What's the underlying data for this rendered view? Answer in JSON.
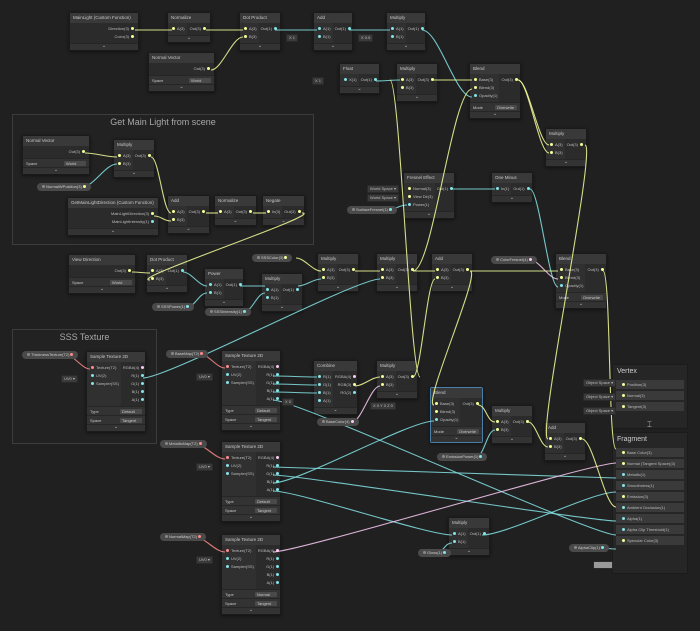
{
  "colors": {
    "float": "#84e4e7",
    "vector3": "#f6ff9a",
    "vector4": "#fbcbf4",
    "texture": "#ff8b8b",
    "background": "#202020",
    "selected": "#4b7fa8"
  },
  "groups": {
    "main_light": {
      "title": "Get Main Light from scene"
    },
    "sss": {
      "title": "SSS Texture"
    }
  },
  "nodes": {
    "mainlight": {
      "title": "MainLight (Custom Function)",
      "inputs": [],
      "outputs": [
        "Direction(3)",
        "Color(3)"
      ]
    },
    "normalize1": {
      "title": "Normalize",
      "inputs": [
        "A(3)"
      ],
      "outputs": [
        "Out(3)"
      ]
    },
    "normalvec1": {
      "title": "Normal Vector",
      "inputs": [],
      "outputs": [
        "Out(3)"
      ],
      "controls": [
        {
          "label": "Space",
          "value": "World"
        }
      ]
    },
    "dot1": {
      "title": "Dot Product",
      "inputs": [
        "A(3)",
        "B(3)"
      ],
      "outputs": [
        "Out(1)"
      ]
    },
    "add1": {
      "title": "Add",
      "inputs": [
        "A(1)",
        "B(1)"
      ],
      "outputs": [
        "Out(1)"
      ]
    },
    "mul1": {
      "title": "Multiply",
      "inputs": [
        "A(1)",
        "B(1)"
      ],
      "outputs": [
        "Out(1)"
      ]
    },
    "float1": {
      "title": "Float",
      "inputs": [
        "X(1)"
      ],
      "outputs": [
        "Out(1)"
      ]
    },
    "mul2": {
      "title": "Multiply",
      "inputs": [
        "A(3)",
        "B(3)"
      ],
      "outputs": [
        "Out(3)"
      ]
    },
    "blend1": {
      "title": "Blend",
      "inputs": [
        "Base(3)",
        "Blend(3)",
        "Opacity(1)"
      ],
      "outputs": [
        "Out(3)"
      ],
      "controls": [
        {
          "label": "Mode",
          "value": "Overwrite"
        }
      ]
    },
    "mul3": {
      "title": "Multiply",
      "inputs": [
        "A(3)",
        "B(3)"
      ],
      "outputs": [
        "Out(3)"
      ]
    },
    "fresnel": {
      "title": "Fresnel Effect",
      "inputs": [
        "Normal(3)",
        "View Dir(3)",
        "Power(1)"
      ],
      "outputs": [
        "Out(1)"
      ]
    },
    "oneminus": {
      "title": "One Minus",
      "inputs": [
        "In(1)"
      ],
      "outputs": [
        "Out(1)"
      ]
    },
    "normalvec2": {
      "title": "Normal Vector",
      "inputs": [],
      "outputs": [
        "Out(3)"
      ],
      "controls": [
        {
          "label": "Space",
          "value": "World"
        }
      ]
    },
    "mul4": {
      "title": "Multiply",
      "inputs": [
        "A(3)",
        "B(3)"
      ],
      "outputs": [
        "Out(3)"
      ]
    },
    "getmainlight": {
      "title": "GetMainLightDirection (Custom Function)",
      "inputs": [],
      "outputs": [
        "MainLightDirection(3)",
        "MainLightIntensity(1)"
      ]
    },
    "add2": {
      "title": "Add",
      "inputs": [
        "A(3)",
        "B(3)"
      ],
      "outputs": [
        "Out(3)"
      ]
    },
    "normalize2": {
      "title": "Normalize",
      "inputs": [
        "A(3)"
      ],
      "outputs": [
        "Out(3)"
      ]
    },
    "negate": {
      "title": "Negate",
      "inputs": [
        "In(3)"
      ],
      "outputs": [
        "Out(3)"
      ]
    },
    "viewdir": {
      "title": "View Direction",
      "inputs": [],
      "outputs": [
        "Out(3)"
      ],
      "controls": [
        {
          "label": "Space",
          "value": "World"
        }
      ]
    },
    "dot2": {
      "title": "Dot Product",
      "inputs": [
        "A(3)",
        "B(3)"
      ],
      "outputs": [
        "Out(1)"
      ]
    },
    "power": {
      "title": "Power",
      "inputs": [
        "A(1)",
        "B(1)"
      ],
      "outputs": [
        "Out(1)"
      ]
    },
    "mul5": {
      "title": "Multiply",
      "inputs": [
        "A(1)",
        "B(1)"
      ],
      "outputs": [
        "Out(1)"
      ]
    },
    "mul6": {
      "title": "Multiply",
      "inputs": [
        "A(3)",
        "B(3)"
      ],
      "outputs": [
        "Out(3)"
      ]
    },
    "mul7": {
      "title": "Multiply",
      "inputs": [
        "A(3)",
        "B(3)"
      ],
      "outputs": [
        "Out(3)"
      ]
    },
    "add3": {
      "title": "Add",
      "inputs": [
        "A(3)",
        "B(3)"
      ],
      "outputs": [
        "Out(3)"
      ]
    },
    "blend2": {
      "title": "Blend",
      "inputs": [
        "Base(3)",
        "Blend(3)",
        "Opacity(1)"
      ],
      "outputs": [
        "Out(3)"
      ],
      "controls": [
        {
          "label": "Mode",
          "value": "Overwrite"
        }
      ]
    },
    "sample1": {
      "title": "Sample Texture 2D",
      "inputs": [
        "Texture(T2)",
        "UV(2)",
        "Sampler(SS)"
      ],
      "outputs": [
        "RGBA(4)",
        "R(1)",
        "G(1)",
        "B(1)",
        "A(1)"
      ],
      "controls": [
        {
          "label": "Type",
          "value": "Default"
        },
        {
          "label": "Space",
          "value": "Tangent"
        }
      ]
    },
    "sample2": {
      "title": "Sample Texture 2D",
      "inputs": [
        "Texture(T2)",
        "UV(2)",
        "Sampler(SS)"
      ],
      "outputs": [
        "RGBA(4)",
        "R(1)",
        "G(1)",
        "B(1)",
        "A(1)"
      ],
      "controls": [
        {
          "label": "Type",
          "value": "Default"
        },
        {
          "label": "Space",
          "value": "Tangent"
        }
      ]
    },
    "combine": {
      "title": "Combine",
      "inputs": [
        "R(1)",
        "G(1)",
        "B(1)",
        "A(1)"
      ],
      "outputs": [
        "RGBA(4)",
        "RGB(3)",
        "RG(2)"
      ]
    },
    "mul8": {
      "title": "Multiply",
      "inputs": [
        "A(3)",
        "B(3)"
      ],
      "outputs": [
        "Out(3)"
      ]
    },
    "blend3": {
      "title": "Blend",
      "inputs": [
        "Base(3)",
        "Blend(3)",
        "Opacity(1)"
      ],
      "outputs": [
        "Out(3)"
      ],
      "controls": [
        {
          "label": "Mode",
          "value": "Overwrite"
        }
      ]
    },
    "mul9": {
      "title": "Multiply",
      "inputs": [
        "A(3)",
        "B(3)"
      ],
      "outputs": [
        "Out(3)"
      ]
    },
    "add4": {
      "title": "Add",
      "inputs": [
        "A(3)",
        "B(3)"
      ],
      "outputs": [
        "Out(3)"
      ]
    },
    "sample3": {
      "title": "Sample Texture 2D",
      "inputs": [
        "Texture(T2)",
        "UV(2)",
        "Sampler(SS)"
      ],
      "outputs": [
        "RGBA(4)",
        "R(1)",
        "G(1)",
        "B(1)",
        "A(1)"
      ],
      "controls": [
        {
          "label": "Type",
          "value": "Default"
        },
        {
          "label": "Space",
          "value": "Tangent"
        }
      ]
    },
    "sample4": {
      "title": "Sample Texture 2D",
      "inputs": [
        "Texture(T2)",
        "UV(2)",
        "Sampler(SS)"
      ],
      "outputs": [
        "RGBA(4)",
        "R(1)",
        "G(1)",
        "B(1)",
        "A(1)"
      ],
      "controls": [
        {
          "label": "Type",
          "value": "Normal"
        },
        {
          "label": "Space",
          "value": "Tangent"
        }
      ]
    },
    "mul10": {
      "title": "Multiply",
      "inputs": [
        "A(1)",
        "B(1)"
      ],
      "outputs": [
        "Out(1)"
      ]
    }
  },
  "properties": {
    "normalwpos": "NormalWPosition(3)",
    "surfacefresnel": "SurfaceFresnel(1)",
    "ssscolor": "SSSColor(3)",
    "ssspower": "SSSPower(1)",
    "sssintensity": "SSSIntensity(1)",
    "colorfresnel": "ColorFresnel(4)",
    "thickness": "ThicknessTexture(T2)",
    "basemap": "BaseMap(T2)",
    "basecolor": "BaseColor(4)",
    "metallicmap": "MetallicMap(T2)",
    "normalmap": "NormalMap(T2)",
    "emissionpower": "EmissionPower(1)",
    "gloss": "Gloss(1)",
    "alphaclip": "AlphaClip(1)"
  },
  "inline_values": {
    "add_b": "X  1",
    "mul_b": "X  0.5",
    "float_x": "X  1",
    "combine_a": "X  0",
    "blend_base": "X 0  Y 0  Z 0",
    "uv1": "UV0 ▾",
    "uv2": "UV0 ▾",
    "uv3": "UV0 ▾",
    "uv4": "UV0 ▾",
    "world1": "World Space ▾",
    "world2": "World Space ▾",
    "obj1": "Object Space ▾",
    "obj2": "Object Space ▾",
    "obj3": "Object Space ▾"
  },
  "master_stack": {
    "vertex": {
      "title": "Vertex",
      "slots": [
        "Position(3)",
        "Normal(3)",
        "Tangent(3)"
      ]
    },
    "fragment": {
      "title": "Fragment",
      "slots": [
        "Base Color(3)",
        "Normal (Tangent Space)(3)",
        "Metallic(1)",
        "Smoothness(1)",
        "Emission(3)",
        "Ambient Occlusion(1)",
        "Alpha(1)",
        "Alpha Clip Threshold(1)",
        "Specular Color(3)"
      ]
    },
    "specular_swatch": "#9a9a9a"
  }
}
